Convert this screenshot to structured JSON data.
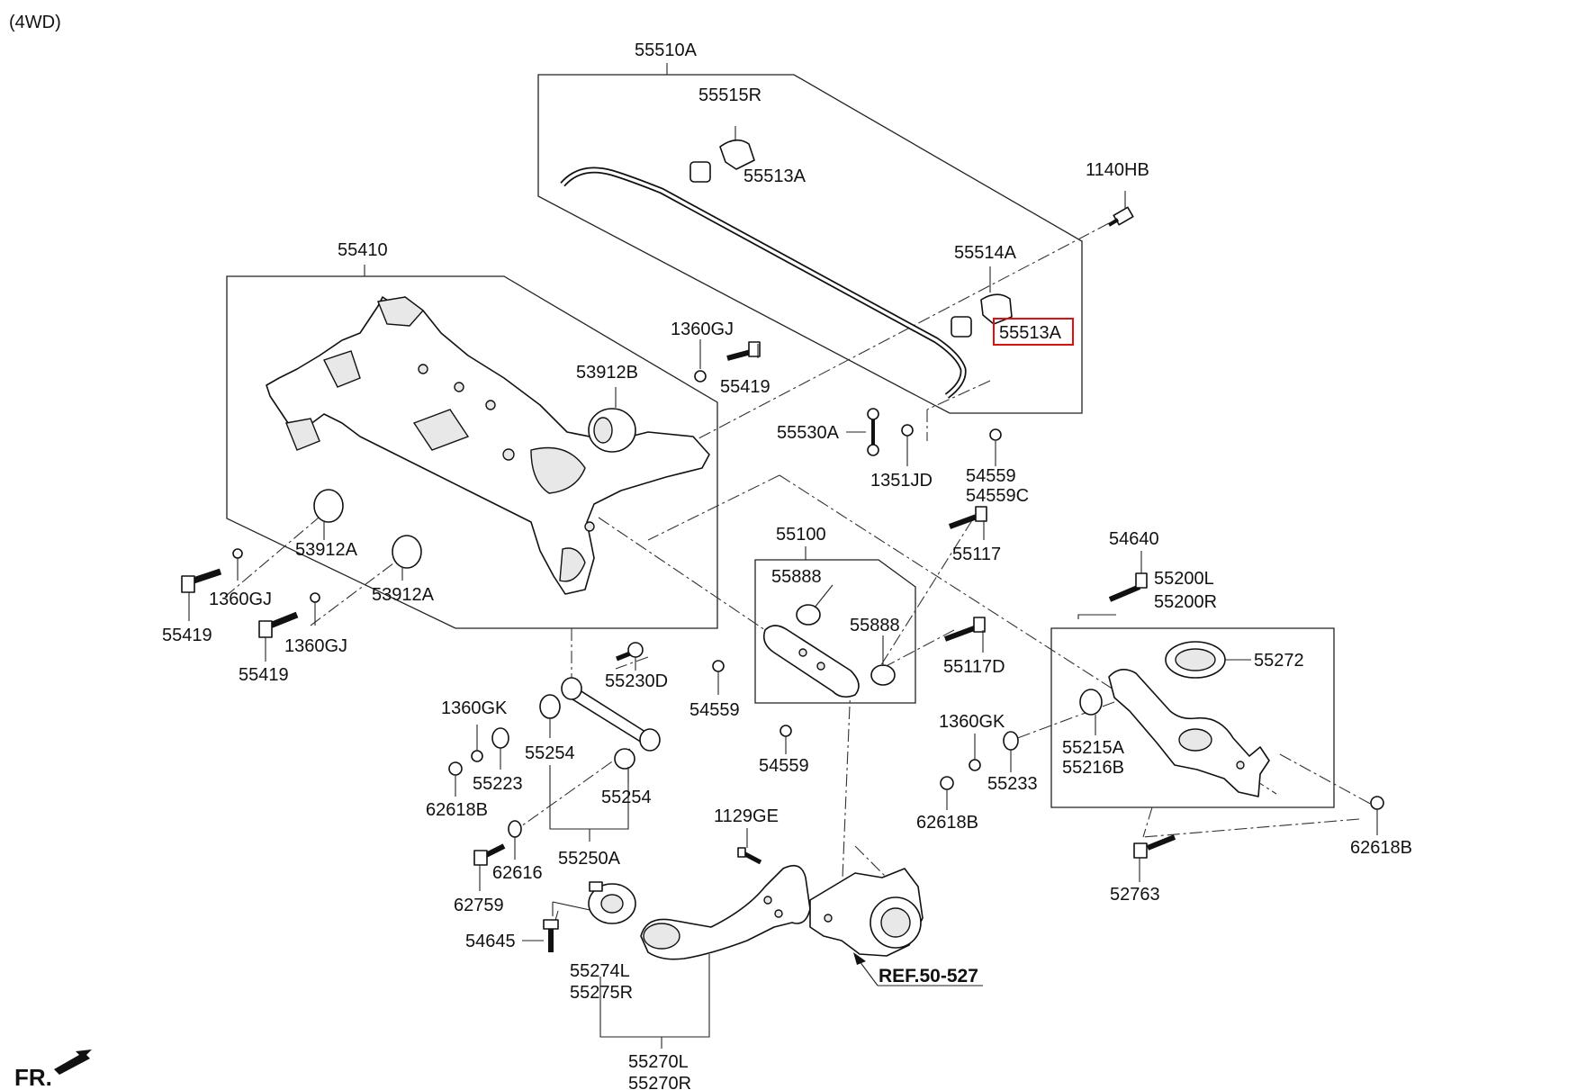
{
  "header": {
    "variant": "(4WD)"
  },
  "footer": {
    "direction": "FR."
  },
  "reference": {
    "text": "REF.50-527"
  },
  "highlight_part": "55513A",
  "colors": {
    "highlight": "#e01010",
    "line": "#222222"
  },
  "labels": [
    {
      "id": "l0",
      "text": "55510A"
    },
    {
      "id": "l1",
      "text": "55515R"
    },
    {
      "id": "l2",
      "text": "55513A"
    },
    {
      "id": "l3",
      "text": "1140HB"
    },
    {
      "id": "l4",
      "text": "55514A"
    },
    {
      "id": "l5",
      "text": "55513A"
    },
    {
      "id": "l6",
      "text": "55410"
    },
    {
      "id": "l7",
      "text": "1360GJ"
    },
    {
      "id": "l8",
      "text": "53912B"
    },
    {
      "id": "l9",
      "text": "55419"
    },
    {
      "id": "l10",
      "text": "55530A"
    },
    {
      "id": "l11",
      "text": "1351JD"
    },
    {
      "id": "l12",
      "text": "54559"
    },
    {
      "id": "l13",
      "text": "54559C"
    },
    {
      "id": "l14",
      "text": "53912A"
    },
    {
      "id": "l15",
      "text": "1360GJ"
    },
    {
      "id": "l16",
      "text": "53912A"
    },
    {
      "id": "l17",
      "text": "55419"
    },
    {
      "id": "l18",
      "text": "1360GJ"
    },
    {
      "id": "l19",
      "text": "55419"
    },
    {
      "id": "l20",
      "text": "55100"
    },
    {
      "id": "l21",
      "text": "55117"
    },
    {
      "id": "l22",
      "text": "54640"
    },
    {
      "id": "l23",
      "text": "55200L"
    },
    {
      "id": "l24",
      "text": "55200R"
    },
    {
      "id": "l25",
      "text": "55888"
    },
    {
      "id": "l26",
      "text": "55888"
    },
    {
      "id": "l27",
      "text": "55117D"
    },
    {
      "id": "l28",
      "text": "55272"
    },
    {
      "id": "l29",
      "text": "55230D"
    },
    {
      "id": "l30",
      "text": "54559"
    },
    {
      "id": "l31",
      "text": "1360GK"
    },
    {
      "id": "l32",
      "text": "55254"
    },
    {
      "id": "l33",
      "text": "55223"
    },
    {
      "id": "l34",
      "text": "55254"
    },
    {
      "id": "l35",
      "text": "62618B"
    },
    {
      "id": "l36",
      "text": "54559"
    },
    {
      "id": "l37",
      "text": "1360GK"
    },
    {
      "id": "l38",
      "text": "55215A"
    },
    {
      "id": "l39",
      "text": "55216B"
    },
    {
      "id": "l40",
      "text": "55233"
    },
    {
      "id": "l41",
      "text": "62618B"
    },
    {
      "id": "l42",
      "text": "1129GE"
    },
    {
      "id": "l43",
      "text": "55250A"
    },
    {
      "id": "l44",
      "text": "62616"
    },
    {
      "id": "l45",
      "text": "62759"
    },
    {
      "id": "l46",
      "text": "54645"
    },
    {
      "id": "l47",
      "text": "55274L"
    },
    {
      "id": "l48",
      "text": "55275R"
    },
    {
      "id": "l49",
      "text": "62618B"
    },
    {
      "id": "l50",
      "text": "52763"
    },
    {
      "id": "l51",
      "text": "55270L"
    },
    {
      "id": "l52",
      "text": "55270R"
    }
  ]
}
